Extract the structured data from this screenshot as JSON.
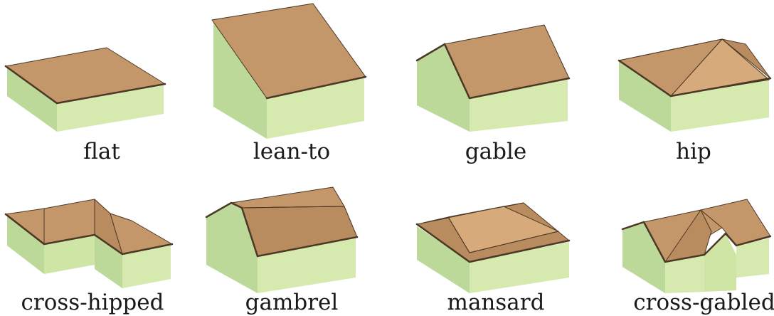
{
  "roof_types": [
    {
      "id": "flat",
      "label": "flat"
    },
    {
      "id": "lean-to",
      "label": "lean-to"
    },
    {
      "id": "gable",
      "label": "gable"
    },
    {
      "id": "hip",
      "label": "hip"
    },
    {
      "id": "cross-hipped",
      "label": "cross-hipped"
    },
    {
      "id": "gambrel",
      "label": "gambrel"
    },
    {
      "id": "mansard",
      "label": "mansard"
    },
    {
      "id": "cross-gabled",
      "label": "cross-gabled"
    }
  ],
  "colors": {
    "roof": "#c4976a",
    "roof_light": "#d6aa7a",
    "roof_dark": "#b88c5f",
    "wall_left": "#bcd99a",
    "wall_right": "#d6e9ae",
    "outline": "#4b3826",
    "label_text": "#1a1a1a",
    "background": "#ffffff"
  }
}
